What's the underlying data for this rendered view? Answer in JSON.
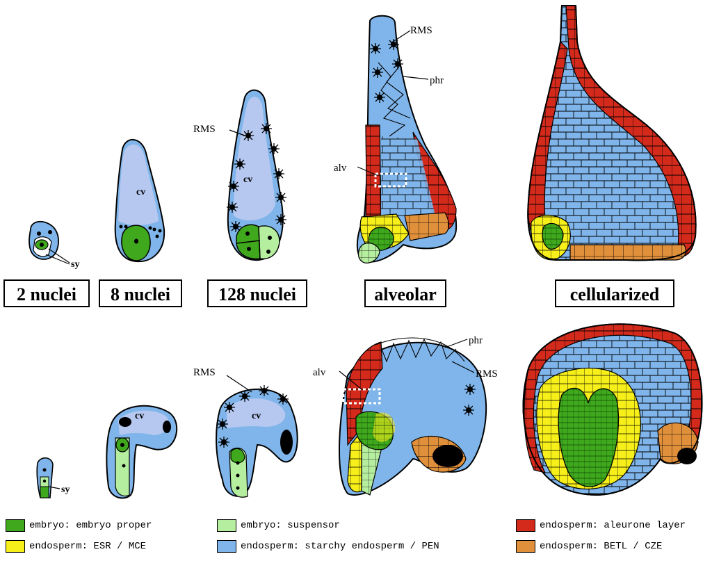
{
  "stages": [
    "2 nuclei",
    "8 nuclei",
    "128 nuclei",
    "alveolar",
    "cellularized"
  ],
  "labels": {
    "sy": "sy",
    "cv": "cv",
    "rms": "RMS",
    "phr": "phr",
    "alv": "alv"
  },
  "legend": [
    {
      "text": "embryo: embryo proper",
      "color": "#3fa81c"
    },
    {
      "text": "embryo: suspensor",
      "color": "#b6eea0"
    },
    {
      "text": "endosperm: aleurone layer",
      "color": "#d42a1c"
    },
    {
      "text": "endosperm: ESR / MCE",
      "color": "#f6ef1a"
    },
    {
      "text": "endosperm: starchy endosperm / PEN",
      "color": "#7fb5ea"
    },
    {
      "text": "endosperm: BETL / CZE",
      "color": "#e08f3b"
    }
  ],
  "colors": {
    "starchy": "#7fb5ea",
    "vacuole": "#b6c8f0",
    "aleurone": "#d42a1c",
    "embryo": "#3fa81c",
    "suspensor": "#b6eea0",
    "esr": "#f6ef1a",
    "betl": "#e08f3b"
  }
}
